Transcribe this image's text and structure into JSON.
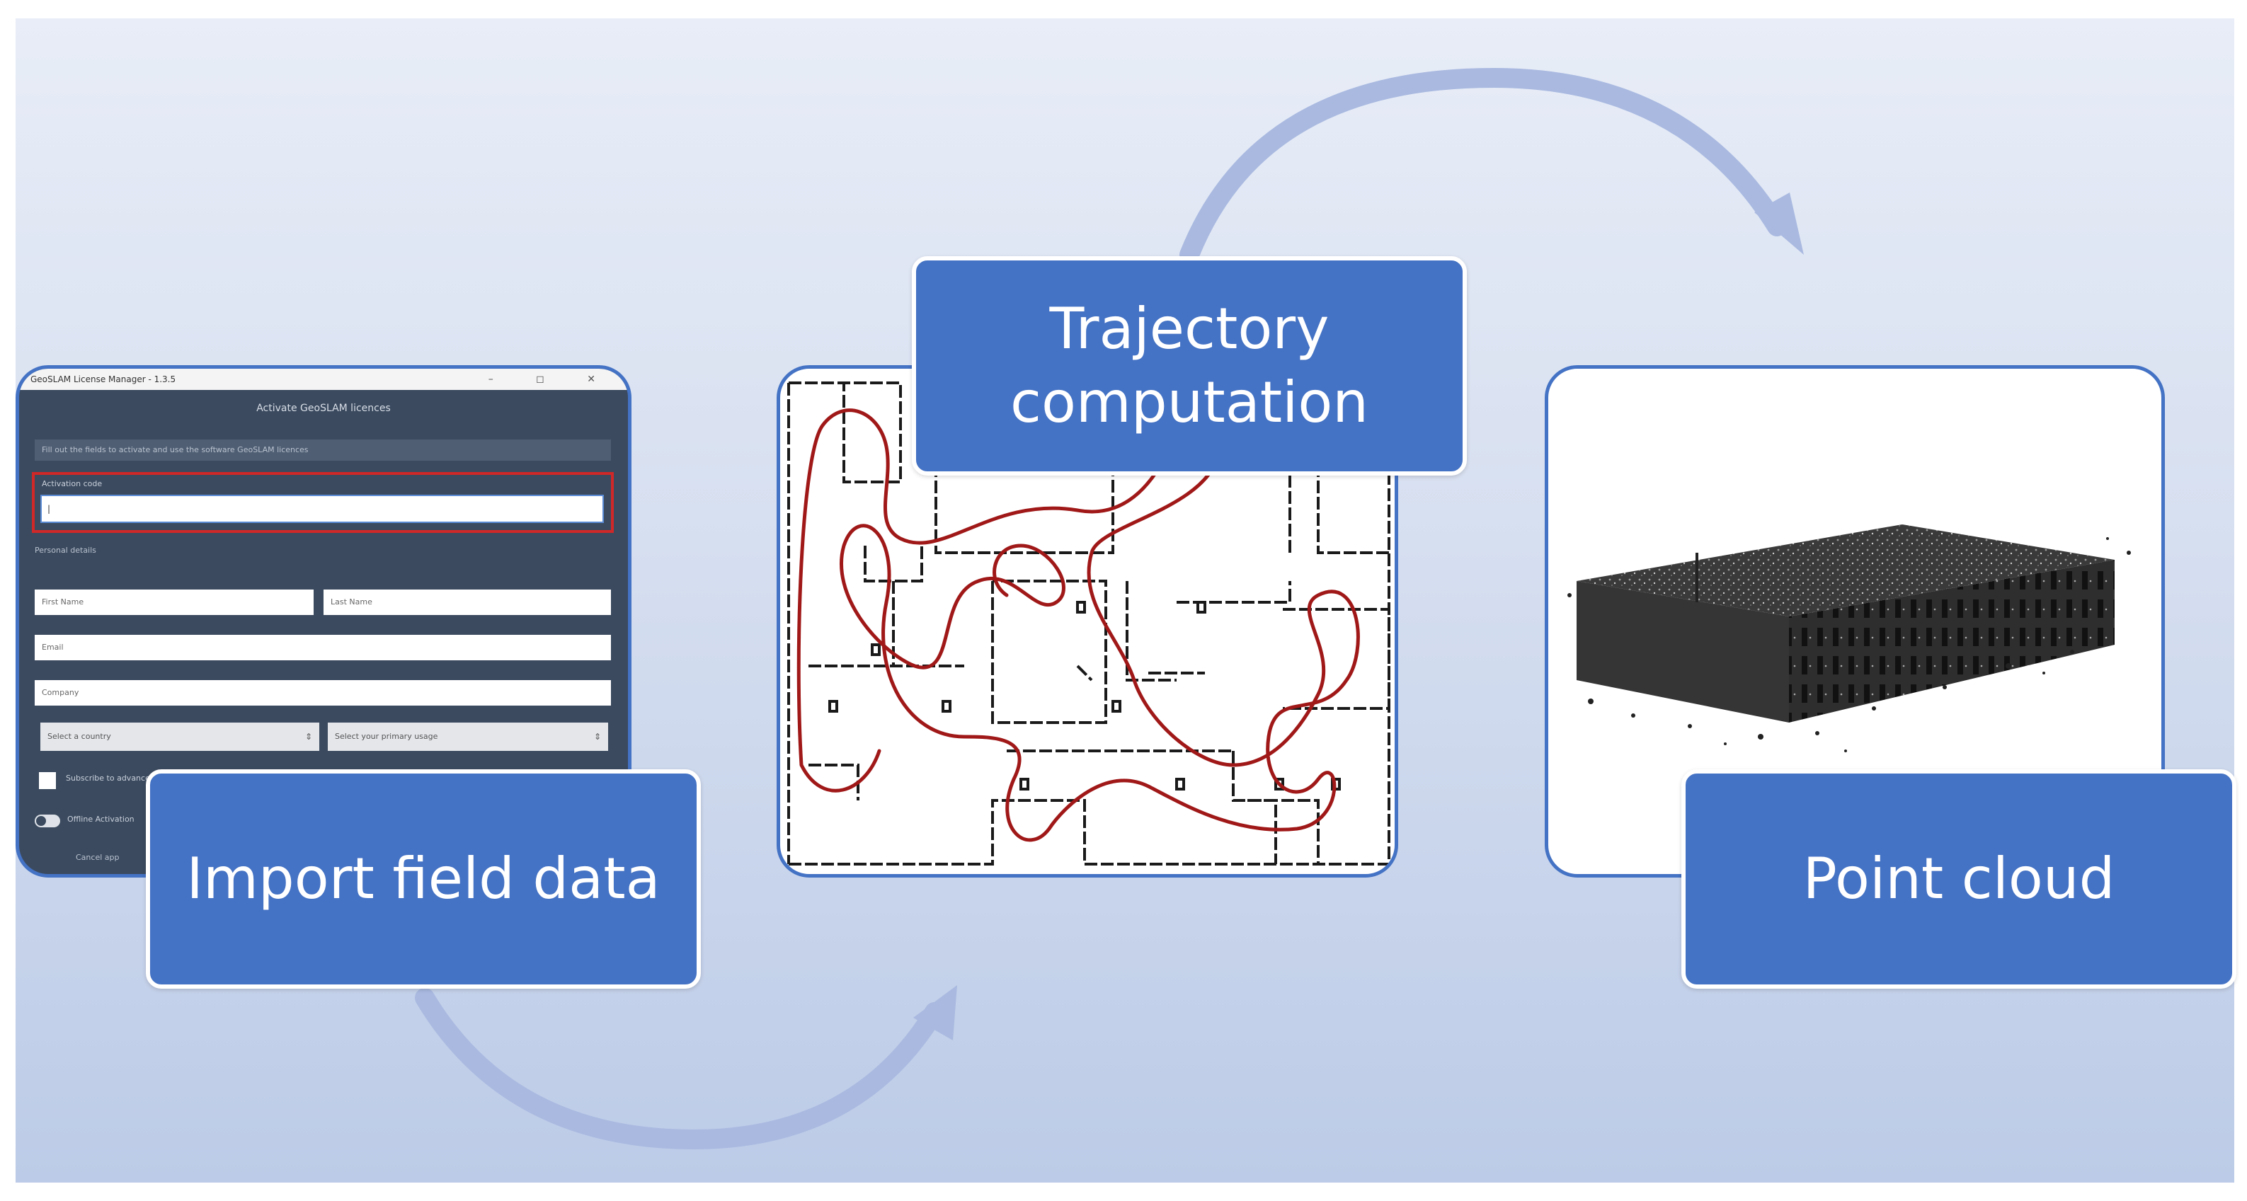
{
  "labels": {
    "import": "Import field data",
    "trajectory_line1": "Trajectory",
    "trajectory_line2": "computation",
    "cloud": "Point cloud"
  },
  "license_manager": {
    "window_title": "GeoSLAM License Manager - 1.3.5",
    "window_buttons": "– ◻ ✕",
    "heading": "Activate GeoSLAM licences",
    "info": "Fill out the fields to activate and use the software GeoSLAM licences",
    "activation_label": "Activation code",
    "activation_value": "|",
    "personal_details": "Personal details",
    "first_name": "First Name",
    "last_name": "Last Name",
    "email": "Email",
    "company": "Company",
    "country_select": "Select a country",
    "usage_select": "Select your primary usage",
    "checkbox_label": "Subscribe to advancements",
    "offline_label": "Offline Activation",
    "cancel": "Cancel app"
  },
  "colors": {
    "box_fill": "#4472c4",
    "box_text": "#ffffff",
    "arrow": "#a9b9e0",
    "trajectory_line": "#a01818",
    "highlight": "#d02828"
  },
  "icons": {
    "arrow_top": "curved-arrow-right-icon",
    "arrow_bottom": "curved-arrow-up-right-icon"
  }
}
